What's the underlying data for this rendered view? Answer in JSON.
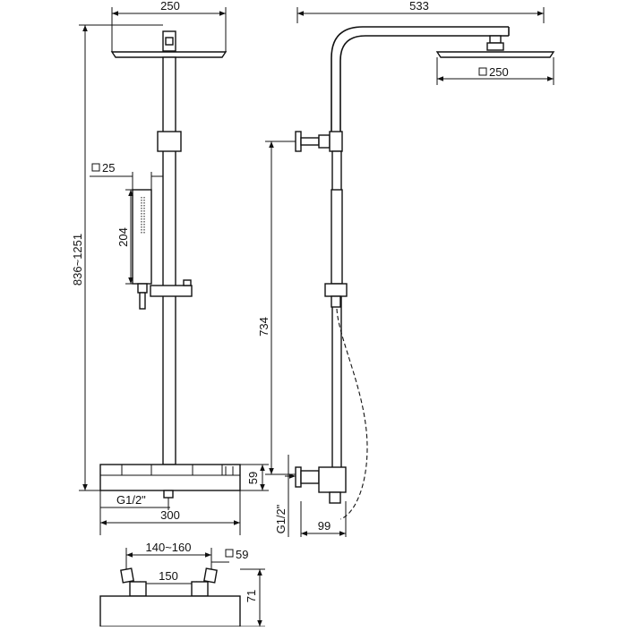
{
  "colors": {
    "line": "#111111",
    "background": "#ffffff"
  },
  "labels": {
    "front_shower_head_width": "250",
    "front_total_height": "836~1251",
    "hand_shower_square": "25",
    "hand_shower_length": "204",
    "front_inlet_thread": "G1/2\"",
    "front_mixer_width": "300",
    "front_mixer_height": "59",
    "side_arm_reach": "533",
    "side_shower_head_square": "250",
    "side_riser_height": "734",
    "side_inlet_thread": "G1/2\"",
    "side_wall_offset": "99",
    "bottom_inlet_centers": "140~160",
    "bottom_center_distance": "150",
    "bottom_elbow_square": "59",
    "bottom_mixer_height": "71"
  }
}
